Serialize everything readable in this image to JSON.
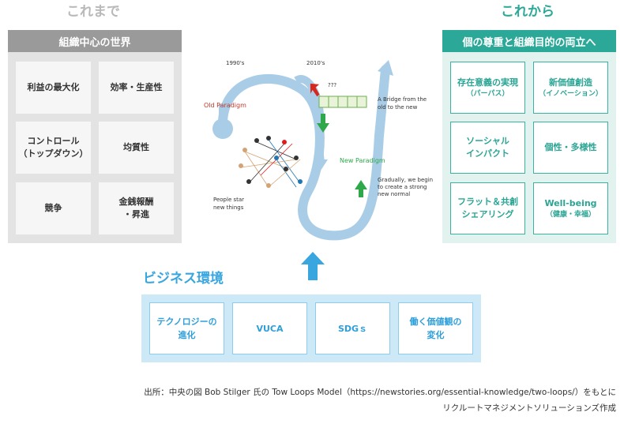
{
  "left": {
    "heading": "これまで",
    "title": "組織中心の世界",
    "items": [
      {
        "lines": [
          "利益の最大化"
        ]
      },
      {
        "lines": [
          "効率・生産性"
        ]
      },
      {
        "lines": [
          "コントロール",
          "（トップダウン）"
        ]
      },
      {
        "lines": [
          "均質性"
        ]
      },
      {
        "lines": [
          "競争"
        ]
      },
      {
        "lines": [
          "金銭報酬",
          "・昇進"
        ]
      }
    ]
  },
  "right": {
    "heading": "これから",
    "title": "個の尊重と組織目的の両立へ",
    "items": [
      {
        "main": "存在意義の実現",
        "sub": "（パーパス）"
      },
      {
        "main": "新価値創造",
        "sub": "（イノベーション）"
      },
      {
        "main": "ソーシャル\nインパクト",
        "sub": ""
      },
      {
        "main": "個性・多様性",
        "sub": ""
      },
      {
        "main": "フラット＆共創\nシェアリング",
        "sub": ""
      },
      {
        "main": "Well-being",
        "sub": "（健康・幸福）"
      }
    ]
  },
  "diagram": {
    "label_1990s": "1990's",
    "label_2010s": "2010's",
    "old_paradigm": "Old Paradigm",
    "new_paradigm": "New Paradigm",
    "question": "???",
    "bridge_line1": "A Bridge from the",
    "bridge_line2": "old to the new",
    "people_line1": "People star",
    "people_line2": "new things",
    "gradual_line1": "Gradually, we begin",
    "gradual_line2": "to create a strong",
    "gradual_line3": "new normal"
  },
  "business": {
    "title": "ビジネス環境",
    "items": [
      {
        "lines": [
          "テクノロジーの",
          "進化"
        ]
      },
      {
        "lines": [
          "VUCA"
        ]
      },
      {
        "lines": [
          "SDGｓ"
        ]
      },
      {
        "lines": [
          "働く価値観の",
          "変化"
        ]
      }
    ]
  },
  "source": {
    "line1": "出所：中央の図 Bob Stilger 氏の Tow Loops Model（https://newstories.org/essential-knowledge/two-loops/）をもとに",
    "line2": "リクルートマネジメントソリューションズ作成"
  },
  "colors": {
    "green": "#2ba897",
    "gray_header": "#9a9a9a",
    "blue": "#3aa6df",
    "loop_blue": "#a9cde6",
    "arrow_red": "#d7281f",
    "arrow_green": "#2ea84a"
  }
}
